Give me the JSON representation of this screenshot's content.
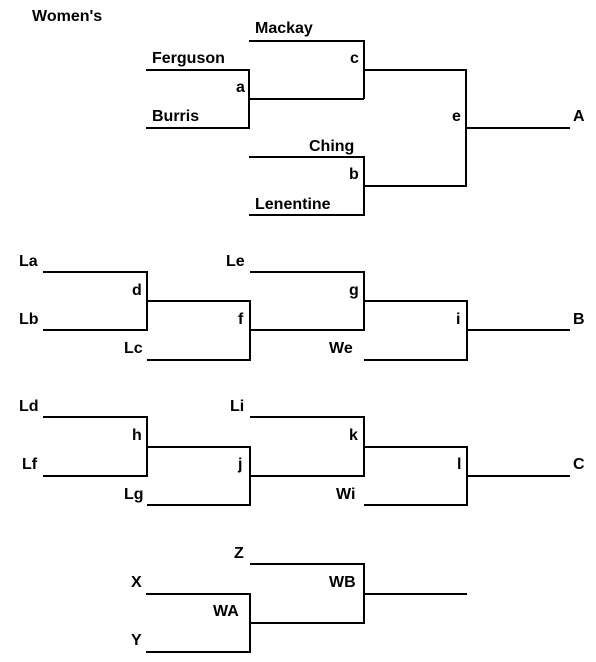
{
  "title": "Women's",
  "groups": [
    {
      "players": [
        "Mackay",
        "Ferguson",
        "Burris",
        "Ching",
        "Lenentine"
      ],
      "matches": [
        "a",
        "b",
        "c",
        "e"
      ],
      "result": "A"
    },
    {
      "players": [
        "La",
        "Lb",
        "Lc",
        "Le",
        "We"
      ],
      "matches": [
        "d",
        "f",
        "g",
        "i"
      ],
      "result": "B"
    },
    {
      "players": [
        "Ld",
        "Lf",
        "Lg",
        "Li",
        "Wi"
      ],
      "matches": [
        "h",
        "j",
        "k",
        "l"
      ],
      "result": "C"
    },
    {
      "players": [
        "Z",
        "X",
        "Y"
      ],
      "matches": [
        "WA",
        "WB"
      ]
    }
  ]
}
